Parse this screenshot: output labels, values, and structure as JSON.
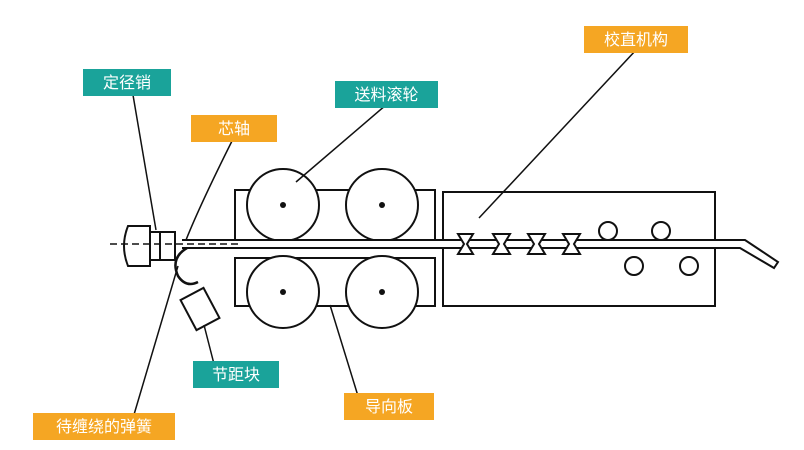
{
  "labels": {
    "positioning_pin": "定径销",
    "mandrel": "芯轴",
    "feed_rollers": "送料滚轮",
    "straightening_mechanism": "校直机构",
    "pitch_block": "节距块",
    "guide_plate": "导向板",
    "spring_to_wind": "待缠绕的弹簧"
  },
  "colors": {
    "teal_label": "#1aa39a",
    "orange_label": "#f5a623",
    "line": "#111111",
    "background": "#ffffff"
  }
}
